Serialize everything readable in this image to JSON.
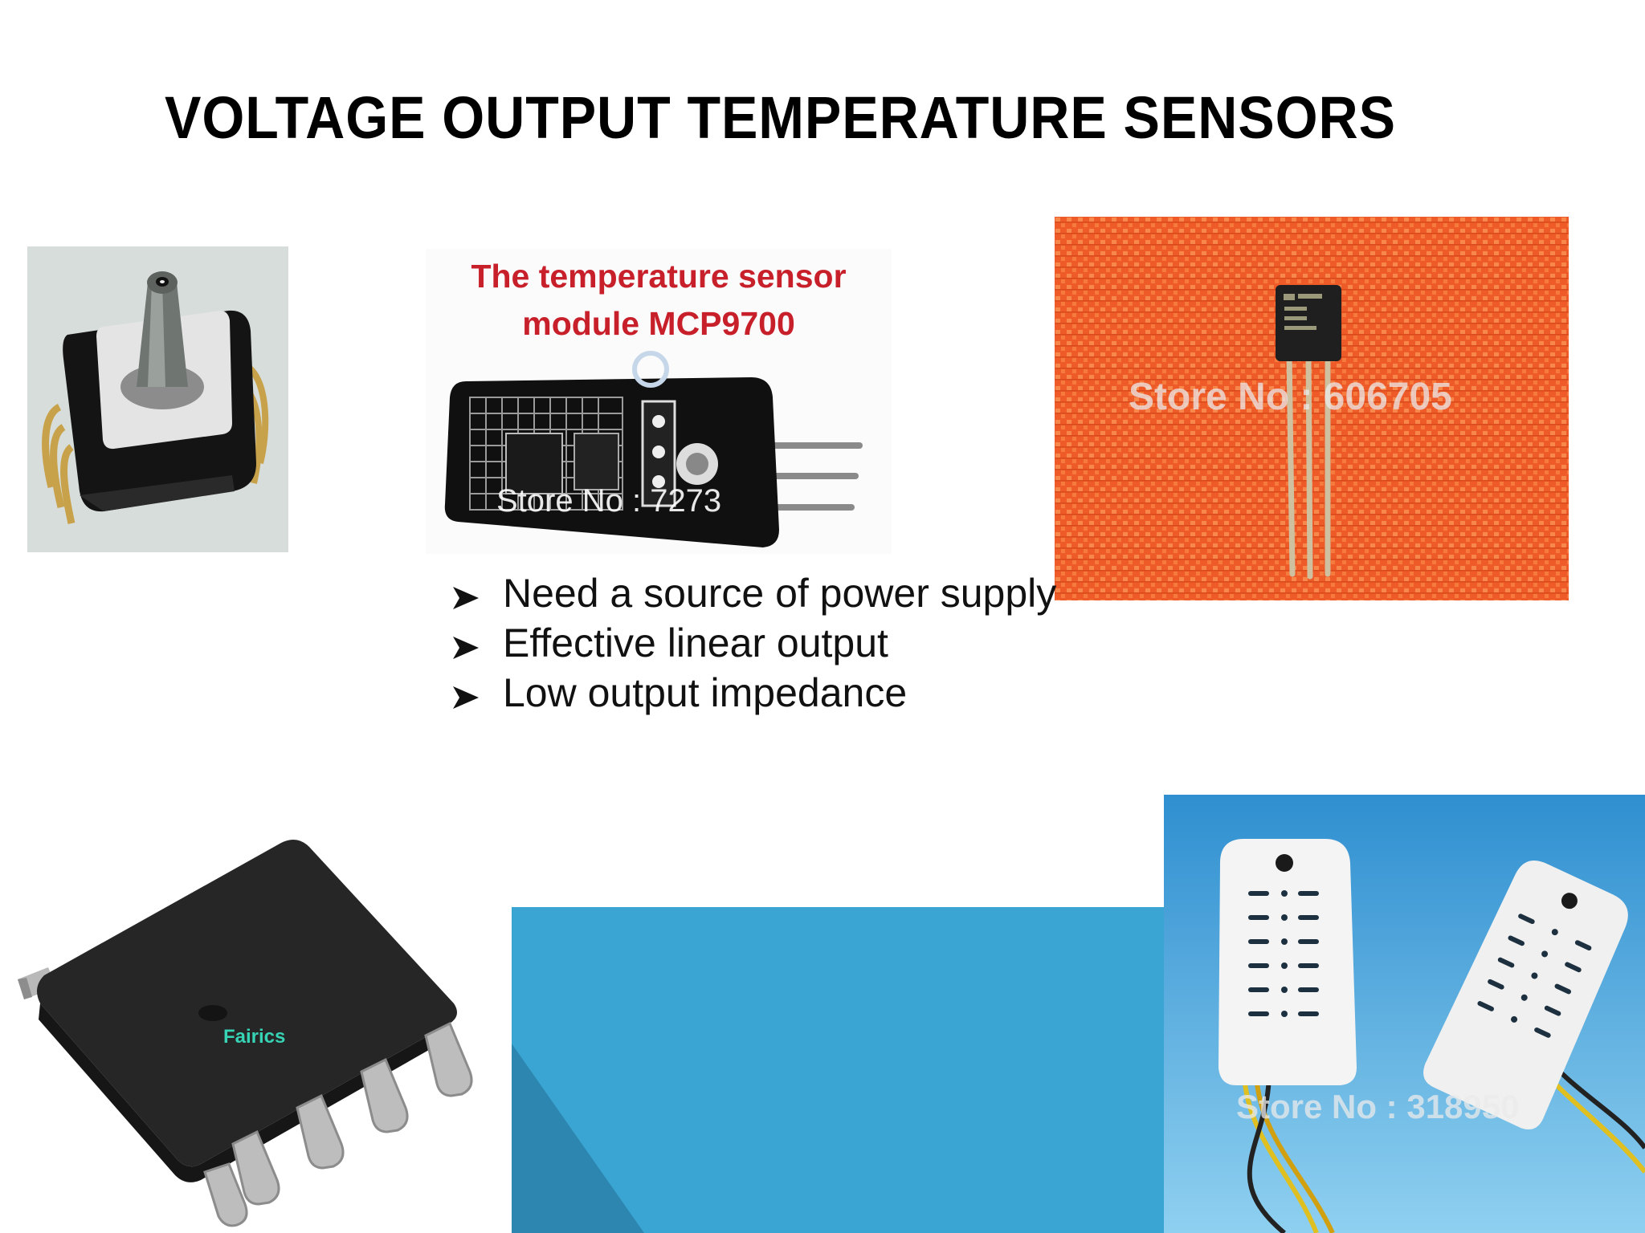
{
  "slide": {
    "title": "VOLTAGE OUTPUT TEMPERATURE SENSORS",
    "bullets": [
      "Need a source of power supply",
      "Effective linear output",
      "Low output impedance"
    ]
  },
  "images": {
    "module": {
      "caption_line1": "The temperature sensor",
      "caption_line2": "module MCP9700",
      "watermark": "Store No : 7273"
    },
    "to92": {
      "watermark": "Store No : 606705"
    },
    "soic_chip": {
      "brand": "Fairics"
    },
    "humidity": {
      "watermark": "Store No : 318950"
    }
  },
  "colors": {
    "accent_blue": "#3aa5d2",
    "title_text": "#000000",
    "caption_red": "#c8202a"
  }
}
